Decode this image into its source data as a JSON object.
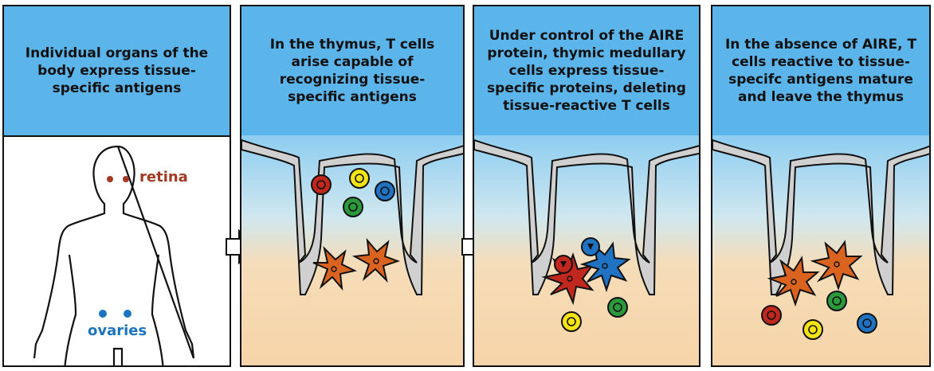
{
  "panels": [
    {
      "text": "Individual organs of the body express tissue-specific antigens"
    },
    {
      "text": "In the thymus, T cells arise capable of recognizing tissue-specific antigens"
    },
    {
      "text": "Under control of the AIRE protein, thymic medullary cells express tissue-specific proteins, deleting tissue-reactive T cells"
    },
    {
      "text": "In the absence of AIRE, T cells reactive to tissue-specifc antigens mature and leave the thymus"
    }
  ],
  "labels": {
    "retina": "retina",
    "ovaries": "ovaries"
  },
  "colors": {
    "header": "#5bb5eb",
    "red": "#c0271d",
    "yellow": "#f4e416",
    "blue": "#1f73c2",
    "green": "#2b9a3c",
    "orange": "#d9631f",
    "retina": "#a23a22",
    "ovaries": "#1b74bd"
  }
}
